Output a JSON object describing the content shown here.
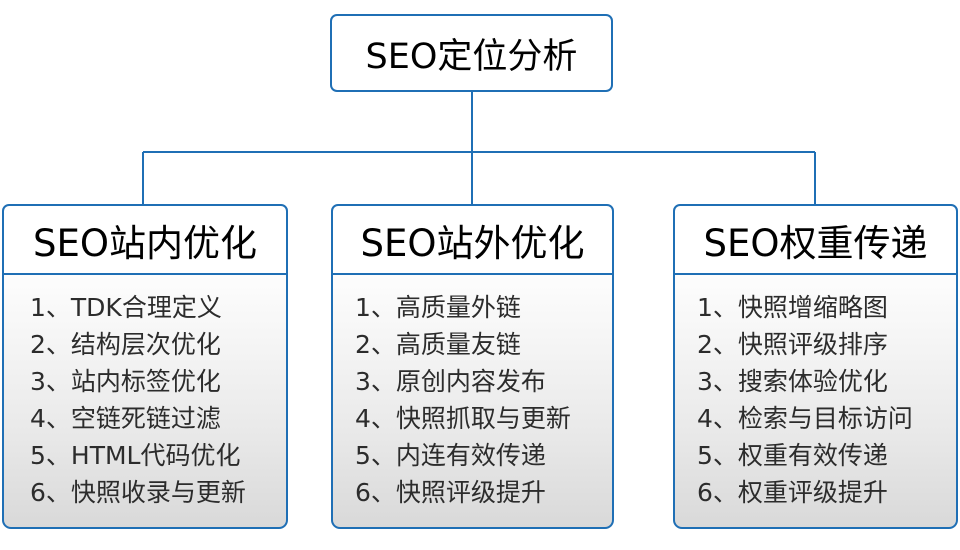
{
  "diagram": {
    "type": "hierarchy-tree",
    "root": {
      "title": "SEO定位分析"
    },
    "colors": {
      "border": "#1f6fb5",
      "connector": "#1f6fb5",
      "header_background": "#ffffff",
      "body_background_top": "#fdfdfd",
      "body_background_bottom": "#d9d9d9",
      "text": "#000000",
      "item_text": "#2c2c2c"
    },
    "branches": [
      {
        "header": "SEO站内优化",
        "items": [
          "1、TDK合理定义",
          "2、结构层次优化",
          "3、站内标签优化",
          "4、空链死链过滤",
          "5、HTML代码优化",
          "6、快照收录与更新"
        ]
      },
      {
        "header": "SEO站外优化",
        "items": [
          "1、高质量外链",
          "2、高质量友链",
          "3、原创内容发布",
          "4、快照抓取与更新",
          "5、内连有效传递",
          "6、快照评级提升"
        ]
      },
      {
        "header": "SEO权重传递",
        "items": [
          "1、快照增缩略图",
          "2、快照评级排序",
          "3、搜索体验优化",
          "4、检索与目标访问",
          "5、权重有效传递",
          "6、权重评级提升"
        ]
      }
    ]
  }
}
